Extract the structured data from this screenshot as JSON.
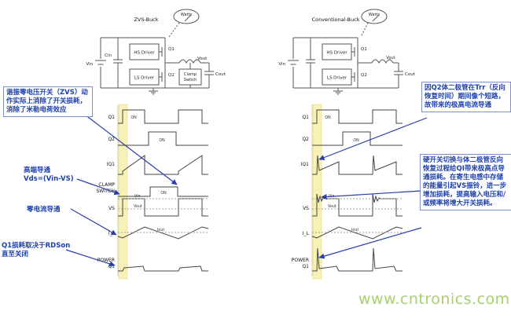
{
  "watermark": "www.cntronics.com",
  "left": {
    "title": "ZVS-Buck",
    "circuit": {
      "watts": "Watts",
      "vin": "Vin",
      "cin": "Cin",
      "hs_driver": "HS Driver",
      "ls_driver": "LS Driver",
      "q1": "Q1",
      "q2": "Q2",
      "clamp_line1": "Clamp",
      "clamp_line2": "Switch",
      "vout": "Vout",
      "cout": "Cout"
    },
    "rows": {
      "q1": "Q1",
      "q2": "Q2",
      "iq1": "IQ1",
      "clamp_line1": "CLAMP",
      "clamp_line2": "SWITCH",
      "vs": "VS",
      "il": "I_L",
      "power_line1": "POWER",
      "power_line2": "Q1"
    },
    "marks": {
      "on": "ON",
      "vin": "Vin",
      "vout": "Vout",
      "iout": "Iout"
    }
  },
  "right": {
    "title": "Conventional-Buck",
    "circuit": {
      "watts": "Watts",
      "vin": "Vin",
      "hs_driver": "HS Driver",
      "ls_driver": "LS Driver",
      "q1": "Q1",
      "q2": "Q2",
      "vout": "Vout",
      "cout": "Cout"
    },
    "rows": {
      "q1": "Q1",
      "q2": "Q2",
      "iq1": "IQ1",
      "vs": "VS",
      "il": "I_L",
      "power_line1": "POWER",
      "power_line2": "Q1"
    },
    "marks": {
      "on": "ON",
      "vin": "Vin",
      "vout": "Vout",
      "iout": "Iout"
    }
  },
  "annotations": {
    "zvs": "谐振零电压开关（ZVS）动作实际上消除了开关损耗，消除了米勒电荷效应",
    "high_side": "高端导通\nVds=(Vin-VS)",
    "zero_current": "零电流导通",
    "q1_loss": "Q1损耗取决于RDSon\n直至关闭",
    "trr": "因Q2体二极管在Trr（反向恢复时间）期间像个短路，故带来的极高电流导通",
    "hard_switch": "硬开关切换与体二极管反向恢复过程给QI带来极高点导通损耗。在寄生电感中存储的能量引起VS振铃，进一步增加损耗，提高输入电压和/或频率将增大开关损耗。"
  }
}
